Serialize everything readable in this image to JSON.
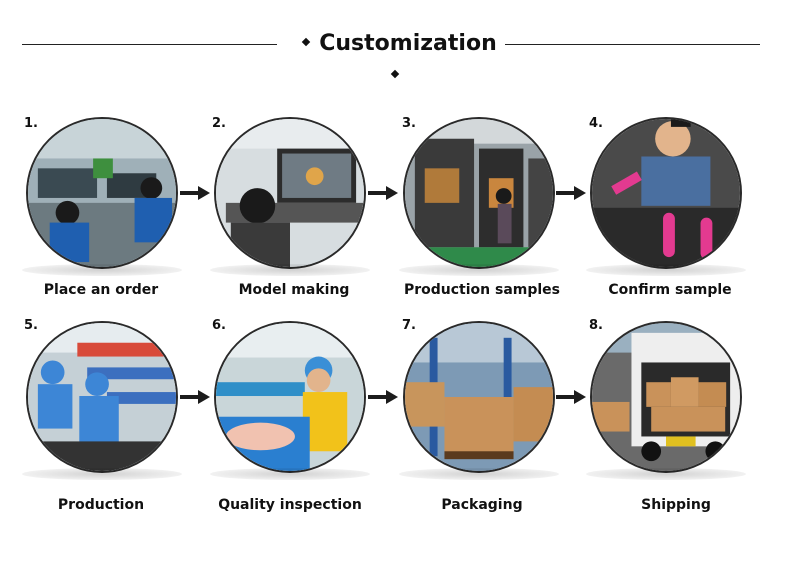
{
  "header": {
    "title": "Customization"
  },
  "steps": [
    {
      "number": "1.",
      "label": "Place an order"
    },
    {
      "number": "2.",
      "label": "Model making"
    },
    {
      "number": "3.",
      "label": "Production samples"
    },
    {
      "number": "4.",
      "label": "Confirm sample"
    },
    {
      "number": "5.",
      "label": "Production"
    },
    {
      "number": "6.",
      "label": "Quality inspection"
    },
    {
      "number": "7.",
      "label": "Packaging"
    },
    {
      "number": "8.",
      "label": "Shipping"
    }
  ],
  "colors": {
    "accent": "#1c1c1c",
    "line": "#222222"
  }
}
